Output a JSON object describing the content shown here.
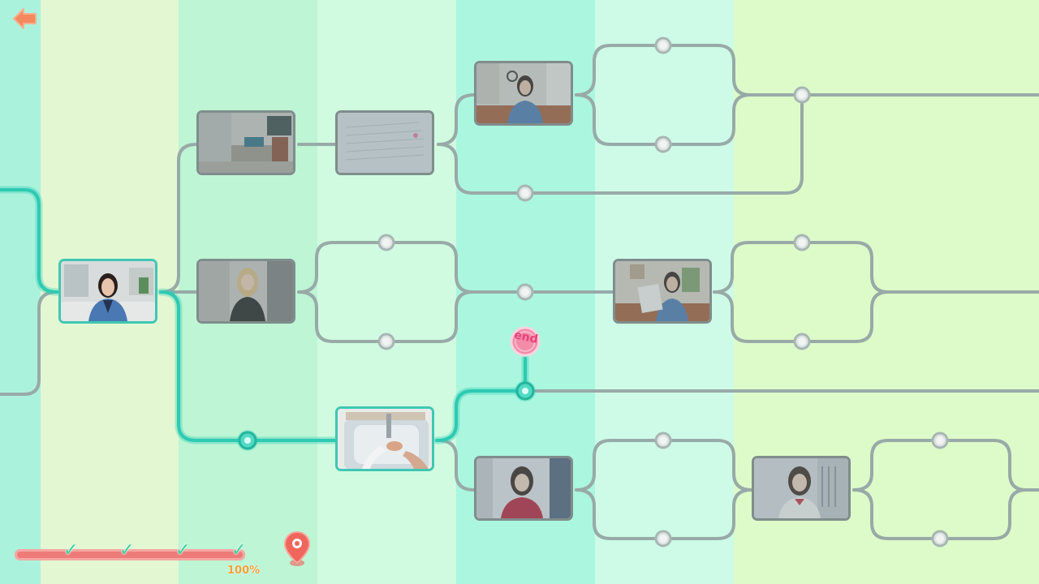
{
  "colors": {
    "band_teal": "#abf2dd",
    "band_cream": "#e3f7d3",
    "band_mint": "#bdf5d5",
    "band_pale": "#d0fbe0",
    "band_aqua": "#abf6df",
    "band_ice": "#cdfbe8",
    "band_lime": "#dcfbc8",
    "line_locked": "#98aaa7",
    "line_active": "#2ecab3",
    "node_locked": "#d9e2e0",
    "progress": "#ee7b78",
    "check": "#33d39a",
    "end_badge": "#f28ca9"
  },
  "back_button": {
    "icon": "left-arrow-icon"
  },
  "progress": {
    "value": 1.0,
    "label": "100%",
    "checkpoints": [
      "✓",
      "✓",
      "✓",
      "✓"
    ]
  },
  "map_pin": {
    "icon": "location-pin-icon"
  },
  "end_marker": {
    "label": "end"
  },
  "scenes": [
    {
      "id": "start",
      "state": "active",
      "subject": "woman in denim jacket in living room"
    },
    {
      "id": "living-room",
      "state": "locked",
      "subject": "living room"
    },
    {
      "id": "paper",
      "state": "locked",
      "subject": "paper with writing"
    },
    {
      "id": "desk",
      "state": "locked",
      "subject": "woman at desk"
    },
    {
      "id": "blonde",
      "state": "locked",
      "subject": "blonde woman in black jacket"
    },
    {
      "id": "document",
      "state": "locked",
      "subject": "woman holding document"
    },
    {
      "id": "sink",
      "state": "active",
      "subject": "hands at sink"
    },
    {
      "id": "red-top",
      "state": "locked",
      "subject": "woman in red top"
    },
    {
      "id": "white-shirt",
      "state": "locked",
      "subject": "woman in white shirt"
    }
  ]
}
